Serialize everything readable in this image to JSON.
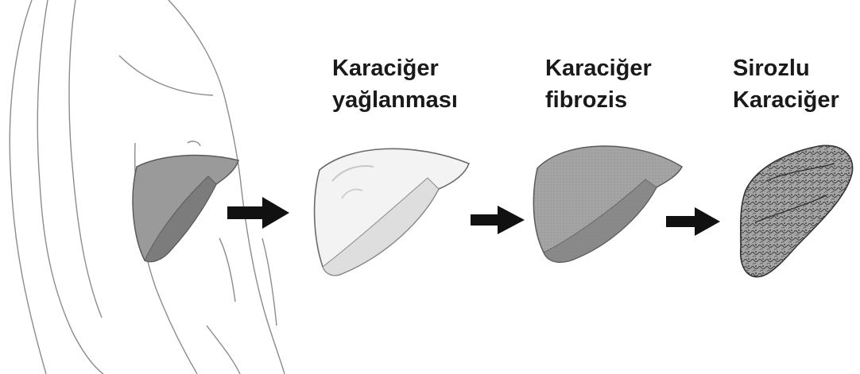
{
  "stages": [
    {
      "id": "normal",
      "lines": [],
      "liver_color": "#9a9a9a",
      "lobe_color": "#7c7c7c"
    },
    {
      "id": "fatty",
      "lines": [
        "Karaciğer",
        "yağlanması"
      ],
      "liver_color": "#f3f3f3",
      "lobe_color": "#dedede"
    },
    {
      "id": "fibrosis",
      "lines": [
        "Karaciğer",
        "fibrozis"
      ],
      "liver_color": "#9d9d9d",
      "lobe_color": "#858585"
    },
    {
      "id": "cirrhosis",
      "lines": [
        "Sirozlu",
        "Karaciğer"
      ],
      "liver_color": "#8c8c8c",
      "lobe_color": "#6f6f6f"
    }
  ],
  "arrow_color": "#111111",
  "outline_color": "#555555"
}
